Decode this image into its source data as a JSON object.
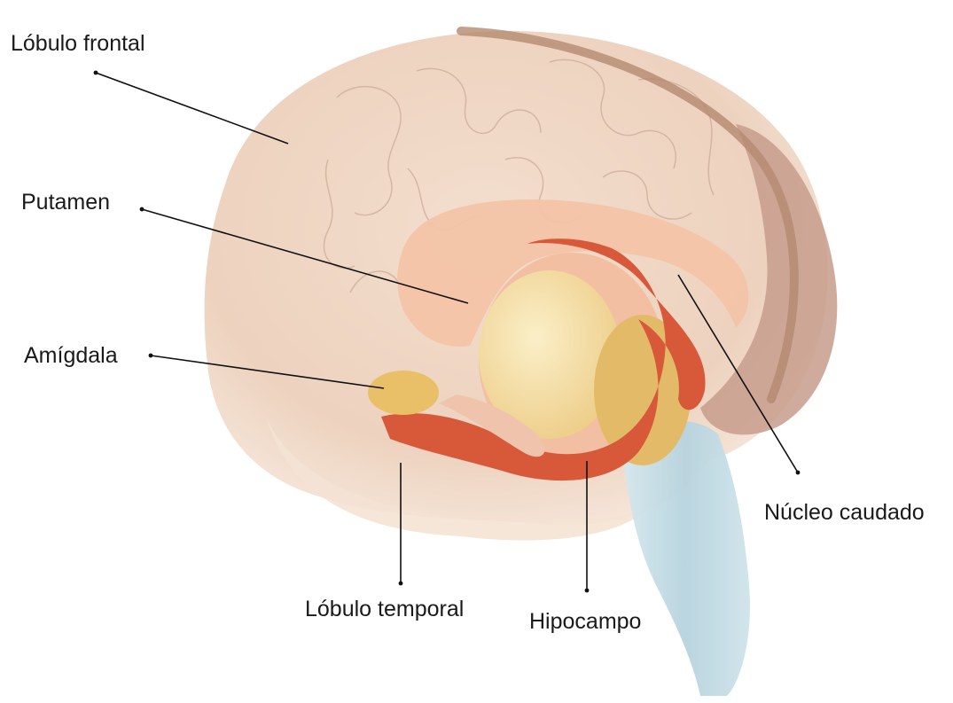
{
  "labels": {
    "frontal": "Lóbulo frontal",
    "putamen": "Putamen",
    "amigdala": "Amígdala",
    "temporal": "Lóbulo temporal",
    "hipocampo": "Hipocampo",
    "caudado": "Núcleo caudado"
  },
  "colors": {
    "cortex": "#f0d6c3",
    "cortex_shadow": "#e6c6b0",
    "gyri_lines": "#c9a996",
    "cerebellum": "#c9a192",
    "stem": "#bcd6e0",
    "putamen": "#f2bfa3",
    "caudate": "#f3c8ad",
    "hippocampus": "#d8583a",
    "amygdala": "#e8c067",
    "thalamus": "#f3dc9f",
    "fornix": "#b48a70"
  }
}
